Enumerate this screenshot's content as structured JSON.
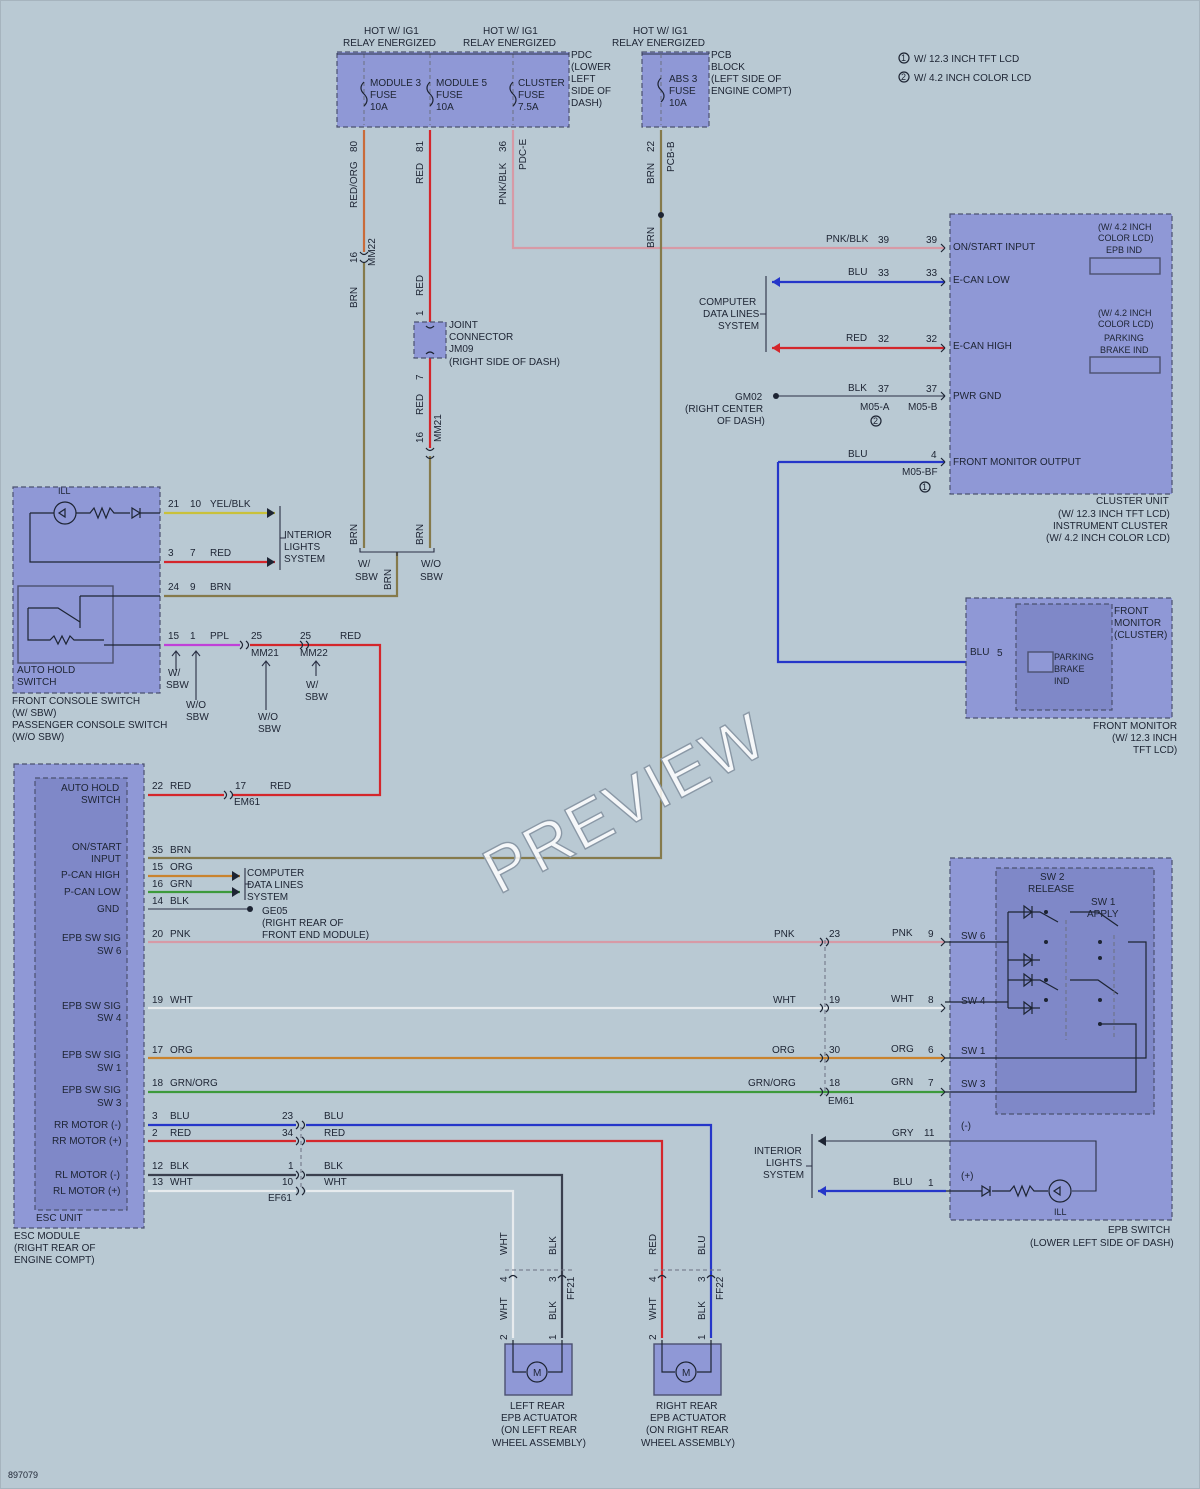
{
  "page": {
    "figure_id": "897079",
    "watermark": "PREVIEW"
  },
  "legend": {
    "item1": {
      "marker": "1",
      "text": "W/ 12.3 INCH TFT LCD"
    },
    "item2": {
      "marker": "2",
      "text": "W/ 4.2 INCH COLOR LCD"
    }
  },
  "pdc": {
    "hot1": [
      "HOT W/ IG1",
      "RELAY ENERGIZED"
    ],
    "hot2": [
      "HOT W/ IG1",
      "RELAY ENERGIZED"
    ],
    "fuse1": [
      "MODULE 3",
      "FUSE",
      "10A"
    ],
    "fuse2": [
      "MODULE 5",
      "FUSE",
      "10A"
    ],
    "fuse3": [
      "CLUSTER",
      "FUSE",
      "7.5A"
    ],
    "label": [
      "PDC",
      "(LOWER",
      "LEFT",
      "SIDE OF",
      "DASH)"
    ]
  },
  "pcb": {
    "hot": [
      "HOT W/ IG1",
      "RELAY ENERGIZED"
    ],
    "fuse": [
      "ABS 3",
      "FUSE",
      "10A"
    ],
    "label": [
      "PCB",
      "BLOCK",
      "(LEFT SIDE OF",
      "ENGINE COMPT)"
    ],
    "pin": "22",
    "connector": "PCB-B",
    "wire": "BRN"
  },
  "pdc_wires": {
    "w1": {
      "pin": "80",
      "color": "RED/ORG",
      "mm_pin": "16",
      "mm": "MM22",
      "below": "BRN"
    },
    "w2": {
      "pin": "81",
      "color": "RED",
      "above_joint": "RED",
      "joint_pin_top": "1",
      "joint_pin_bot": "7",
      "below_joint": "RED",
      "mm_pin": "16",
      "mm": "MM21",
      "below": "BRN"
    },
    "w3": {
      "pin": "36",
      "connector": "PDC-E",
      "color": "PNK/BLK"
    },
    "pcb_below": "BRN"
  },
  "joint": {
    "label": [
      "JOINT",
      "CONNECTOR",
      "JM09",
      "(RIGHT SIDE OF DASH)"
    ]
  },
  "cluster": {
    "tft_note": [
      "(W/ 4.2 INCH",
      "COLOR LCD)",
      "EPB IND"
    ],
    "park_note": [
      "(W/ 4.2 INCH",
      "COLOR LCD)",
      "PARKING",
      "BRAKE IND"
    ],
    "pins": {
      "onstart": {
        "label": "ON/START INPUT",
        "pin": "39",
        "wire": "PNK/BLK",
        "wire_pin": "39"
      },
      "ecan_low": {
        "label": "E-CAN LOW",
        "pin": "33",
        "wire": "BLU",
        "wire_pin": "33"
      },
      "ecan_high": {
        "label": "E-CAN HIGH",
        "pin": "32",
        "wire": "RED",
        "wire_pin": "32"
      },
      "pwr_gnd": {
        "label": "PWR GND",
        "pin": "37",
        "wire": "BLK",
        "wire_pin": "37",
        "conn_a": "M05-A",
        "conn_b": "M05-B",
        "marker": "2"
      },
      "front_mon": {
        "label": "FRONT MONITOR OUTPUT",
        "pin": "4",
        "wire": "BLU",
        "conn": "M05-BF",
        "marker": "1"
      }
    },
    "label": [
      "CLUSTER UNIT",
      "(W/ 12.3 INCH TFT LCD)",
      "INSTRUMENT CLUSTER",
      "(W/ 4.2 INCH COLOR LCD)"
    ]
  },
  "comp_data_1": [
    "COMPUTER",
    "DATA LINES",
    "SYSTEM"
  ],
  "gm02": {
    "name": "GM02",
    "loc": [
      "(RIGHT CENTER",
      "OF DASH)"
    ]
  },
  "front_monitor": {
    "title": [
      "FRONT",
      "MONITOR",
      "(CLUSTER)"
    ],
    "ind": [
      "PARKING",
      "BRAKE",
      "IND"
    ],
    "wire": "BLU",
    "pin": "5",
    "label": [
      "FRONT MONITOR",
      "(W/ 12.3 INCH",
      "TFT LCD)"
    ]
  },
  "console": {
    "ill": "ILL",
    "auto_hold": [
      "AUTO HOLD",
      "SWITCH"
    ],
    "label": [
      "FRONT CONSOLE SWITCH",
      "(W/ SBW)",
      "PASSENGER CONSOLE SWITCH",
      "(W/O SBW)"
    ],
    "w21": {
      "p1": "21",
      "p2": "10",
      "color": "YEL/BLK"
    },
    "w3": {
      "p1": "3",
      "p2": "7",
      "color": "RED"
    },
    "w24": {
      "p1": "24",
      "p2": "9",
      "color": "BRN"
    },
    "w15": {
      "p1": "15",
      "p2": "1",
      "color": "PPL",
      "mm21_pin": "25",
      "mm21": "MM21",
      "mm22_pin": "25",
      "mm22": "MM22",
      "after": "RED"
    },
    "int_lights": [
      "INTERIOR",
      "LIGHTS",
      "SYSTEM"
    ],
    "w_sbw": [
      "W/",
      "SBW"
    ],
    "wo_sbw": [
      "W/O",
      "SBW"
    ],
    "split_brn1": "BRN",
    "split_brn2": "BRN",
    "split_brn3": "BRN"
  },
  "esc": {
    "pins": {
      "auto_hold": {
        "label": [
          "AUTO HOLD",
          "SWITCH"
        ],
        "pin": "22",
        "color": "RED",
        "em_pin": "17",
        "em": "EM61",
        "after": "RED"
      },
      "onstart": {
        "label": [
          "ON/START",
          "INPUT"
        ],
        "pin": "35",
        "color": "BRN"
      },
      "pcan_high": {
        "label": "P-CAN HIGH",
        "pin": "15",
        "color": "ORG"
      },
      "pcan_low": {
        "label": "P-CAN LOW",
        "pin": "16",
        "color": "GRN"
      },
      "gnd": {
        "label": "GND",
        "pin": "14",
        "color": "BLK"
      },
      "sw6": {
        "label": [
          "EPB SW SIG",
          "SW 6"
        ],
        "pin": "20",
        "color": "PNK",
        "r_color": "PNK",
        "em_pin": "23",
        "sw_color": "PNK",
        "sw_pin": "9",
        "sw_label": "SW 6"
      },
      "sw4": {
        "label": [
          "EPB SW SIG",
          "SW 4"
        ],
        "pin": "19",
        "color": "WHT",
        "r_color": "WHT",
        "em_pin": "19",
        "sw_color": "WHT",
        "sw_pin": "8",
        "sw_label": "SW 4"
      },
      "sw1": {
        "label": [
          "EPB SW SIG",
          "SW 1"
        ],
        "pin": "17",
        "color": "ORG",
        "r_color": "ORG",
        "em_pin": "30",
        "sw_color": "ORG",
        "sw_pin": "6",
        "sw_label": "SW 1"
      },
      "sw3": {
        "label": [
          "EPB SW SIG",
          "SW 3"
        ],
        "pin": "18",
        "color": "GRN/ORG",
        "r_color": "GRN/ORG",
        "em_pin": "18",
        "sw_color": "GRN",
        "sw_pin": "7",
        "sw_label": "SW 3",
        "em": "EM61"
      },
      "rr_minus": {
        "label": "RR MOTOR (-)",
        "pin": "3",
        "color": "BLU",
        "ef_pin": "23",
        "after": "BLU"
      },
      "rr_plus": {
        "label": "RR MOTOR (+)",
        "pin": "2",
        "color": "RED",
        "ef_pin": "34",
        "after": "RED"
      },
      "rl_minus": {
        "label": "RL MOTOR (-)",
        "pin": "12",
        "color": "BLK",
        "ef_pin": "1",
        "after": "BLK"
      },
      "rl_plus": {
        "label": "RL MOTOR (+)",
        "pin": "13",
        "color": "WHT",
        "ef_pin": "10",
        "after": "WHT",
        "ef": "EF61"
      }
    },
    "unit": "ESC UNIT",
    "label": [
      "ESC MODULE",
      "(RIGHT REAR OF",
      "ENGINE COMPT)"
    ]
  },
  "comp_data_2": [
    "COMPUTER",
    "DATA LINES",
    "SYSTEM"
  ],
  "ge05": {
    "name": "GE05",
    "loc": [
      "(RIGHT REAR OF",
      "FRONT END MODULE)"
    ]
  },
  "epb_switch": {
    "sw2": [
      "SW 2",
      "RELEASE"
    ],
    "sw1": [
      "SW 1",
      "APPLY"
    ],
    "minus": "(-)",
    "plus": "(+)",
    "gry": {
      "color": "GRY",
      "pin": "11"
    },
    "blu": {
      "color": "BLU",
      "pin": "1"
    },
    "ill": "ILL",
    "int_lights": [
      "INTERIOR",
      "LIGHTS",
      "SYSTEM"
    ],
    "label": [
      "EPB SWITCH",
      "(LOWER LEFT SIDE OF DASH)"
    ]
  },
  "left_act": {
    "top_l": {
      "color": "WHT",
      "pin": "4"
    },
    "top_r": {
      "color": "BLK",
      "pin": "3"
    },
    "bot_l": {
      "color": "WHT",
      "pin": "2"
    },
    "bot_r": {
      "color": "BLK",
      "pin": "1"
    },
    "conn": "FF21",
    "motor": "M",
    "label": [
      "LEFT REAR",
      "EPB ACTUATOR",
      "(ON LEFT REAR",
      "WHEEL ASSEMBLY)"
    ]
  },
  "right_act": {
    "top_l": {
      "color": "RED",
      "pin": "4"
    },
    "top_r": {
      "color": "BLU",
      "pin": "3"
    },
    "bot_l": {
      "color": "WHT",
      "pin": "2"
    },
    "bot_r": {
      "color": "BLK",
      "pin": "1"
    },
    "conn": "FF22",
    "motor": "M",
    "label": [
      "RIGHT REAR",
      "EPB ACTUATOR",
      "(ON RIGHT REAR",
      "WHEEL ASSEMBLY)"
    ]
  },
  "colors": {
    "red": "#d4262b",
    "blu": "#2536c9",
    "brn": "#857a4b",
    "pnk": "#d79aa6",
    "org": "#c9832e",
    "grn": "#3d9a3b",
    "blk": "#3a3f4e",
    "wht": "#e7ebee",
    "yel": "#c9c13a",
    "ppl": "#c040d8",
    "gry": "#8b9099",
    "redorg": "#c96b3a"
  }
}
